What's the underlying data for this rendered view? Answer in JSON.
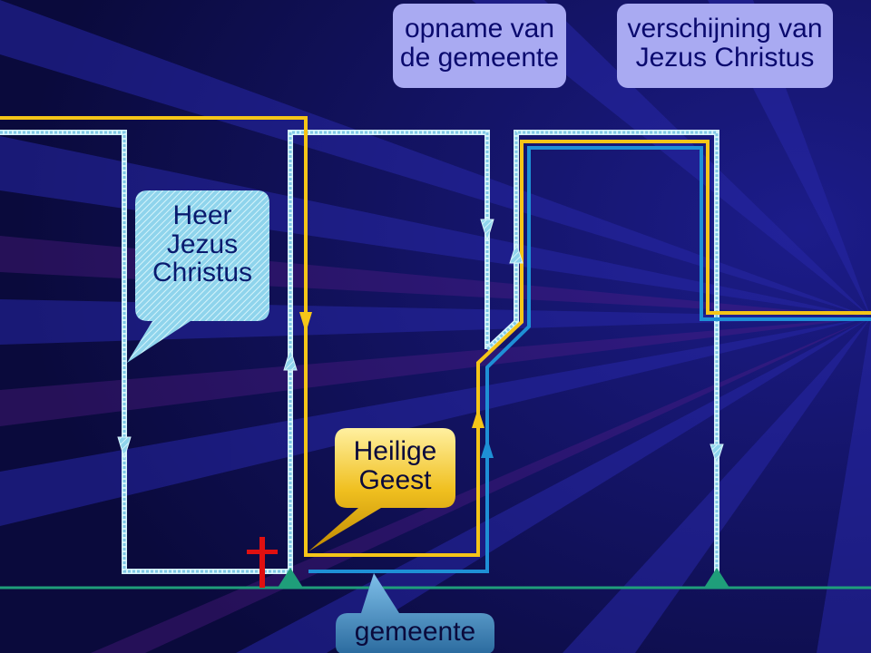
{
  "labels": {
    "opname": {
      "line1": "opname van",
      "line2": "de gemeente"
    },
    "verschijning": {
      "line1": "verschijning van",
      "line2": "Jezus Christus"
    },
    "heer": {
      "line1": "Heer",
      "line2": "Jezus",
      "line3": "Christus"
    },
    "heilige": {
      "line1": "Heilige",
      "line2": "Geest"
    },
    "gemeente": {
      "line1": "gemeente"
    }
  },
  "icons": {
    "cross": "cross-icon"
  },
  "colors": {
    "background": "#0a0a3c",
    "ray": "#2a2aa8",
    "christ_line": "#a6e6f2",
    "spirit_line": "#f5c518",
    "church_line": "#1e90d6",
    "ground_line": "#1f9e7a",
    "cross": "#e01010",
    "top_box": "#a9aaf2",
    "heilige_gold": "#f0c020",
    "gemeente_box": "#4a8fc0",
    "heer_box": "#a6e6f2"
  }
}
